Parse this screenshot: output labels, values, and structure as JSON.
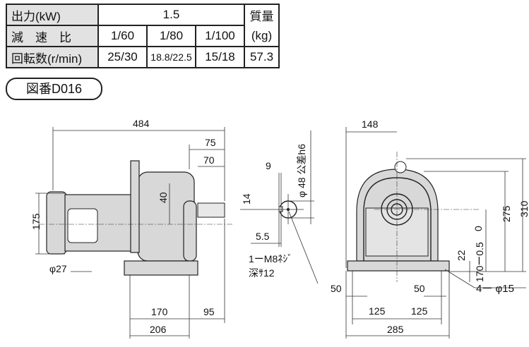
{
  "table": {
    "output_label": "出力(kW)",
    "output_value": "1.5",
    "mass_label": "質量",
    "mass_unit": "(kg)",
    "ratio_label": "減　速　比",
    "ratios": [
      "1/60",
      "1/80",
      "1/100"
    ],
    "speed_label": "回転数(r/min)",
    "speeds": [
      "25/30",
      "18.8/22.5",
      "15/18"
    ],
    "mass_value": "57.3"
  },
  "drawing_no": "図番D016",
  "dims": {
    "overall_length": "484",
    "d75": "75",
    "d70": "70",
    "d40": "40",
    "height175": "175",
    "motor_dia": "φ27",
    "d170": "170",
    "d95": "95",
    "d206": "206",
    "d9": "9",
    "d14": "14",
    "d5_5": "5.5",
    "shaft_dia": "φ 48 公差h6",
    "tap": "1ーM8ﾈｼﾞ",
    "tap_depth": "深ｻ12",
    "d148": "148",
    "d310": "310",
    "d275": "275",
    "tol_upper": "0",
    "tol_lower": "170ー0.5",
    "d22": "22",
    "d50a": "50",
    "d50b": "50",
    "d125a": "125",
    "d125b": "125",
    "d285": "285",
    "holes": "4ー φ15"
  }
}
